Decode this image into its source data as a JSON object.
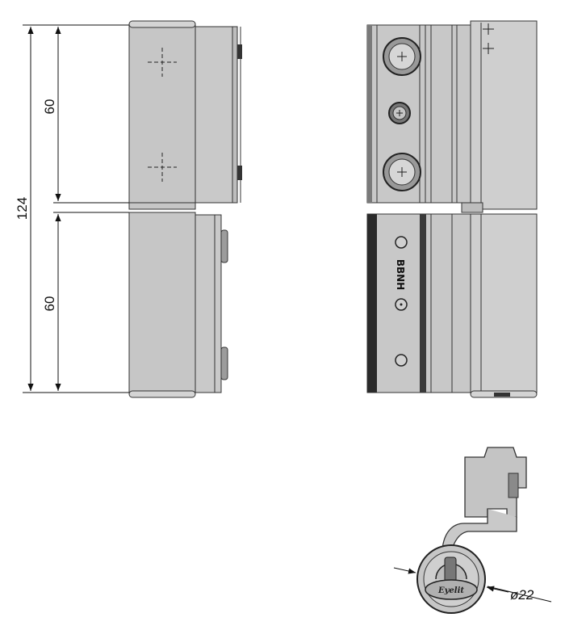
{
  "dimensions": {
    "overall_height": "124",
    "upper_leaf_height": "60",
    "lower_leaf_height": "60",
    "pin_diameter": "ø22"
  },
  "marking": {
    "stamp": "BBNH",
    "logo": "Eyelit"
  },
  "colors": {
    "body_fill": "#c9c9c9",
    "body_light": "#dadada",
    "body_dark": "#9a9a9a",
    "outline": "#333333",
    "dim_line": "#111111"
  }
}
